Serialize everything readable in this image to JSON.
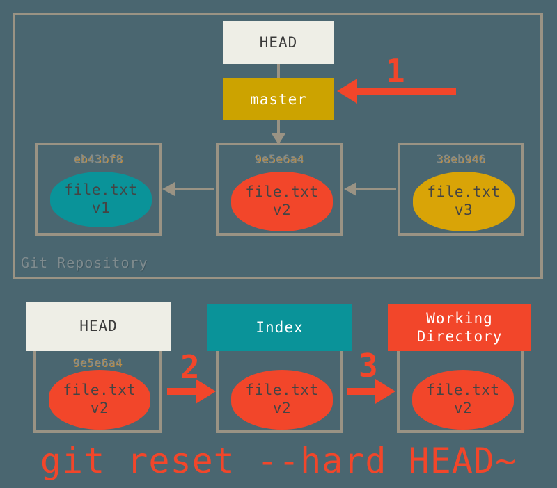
{
  "diagram": {
    "background_color": "#4a6670",
    "accent_color": "#f2462a",
    "frame_color": "#9a9384",
    "command": "git reset --hard HEAD~"
  },
  "repository": {
    "label": "Git Repository",
    "head_ref": "HEAD",
    "branch_ref": "master",
    "commits": [
      {
        "hash": "eb43bf8",
        "file": "file.txt",
        "version": "v1",
        "color": "#0a9399"
      },
      {
        "hash": "9e5e6a4",
        "file": "file.txt",
        "version": "v2",
        "color": "#f2462a"
      },
      {
        "hash": "38eb946",
        "file": "file.txt",
        "version": "v3",
        "color": "#d9a407"
      }
    ]
  },
  "steps": [
    {
      "number": "1"
    },
    {
      "number": "2"
    },
    {
      "number": "3"
    }
  ],
  "areas": [
    {
      "label": "HEAD",
      "hash": "9e5e6a4",
      "file": "file.txt",
      "version": "v2",
      "header_color": "#eeeee6"
    },
    {
      "label": "Index",
      "hash": "",
      "file": "file.txt",
      "version": "v2",
      "header_color": "#0a9399"
    },
    {
      "label": "Working\nDirectory",
      "label_line1": "Working",
      "label_line2": "Directory",
      "hash": "",
      "file": "file.txt",
      "version": "v2",
      "header_color": "#f2462a"
    }
  ]
}
